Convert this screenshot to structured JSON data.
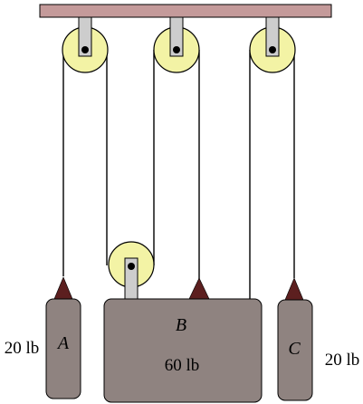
{
  "blocks": {
    "a": {
      "letter": "A",
      "weight": "20 lb"
    },
    "b": {
      "letter": "B",
      "weight": "60 lb"
    },
    "c": {
      "letter": "C",
      "weight": "20 lb"
    }
  },
  "colors": {
    "ceiling": "#c49a9a",
    "pulley": "#f3f3a5",
    "bracket": "#cdcdcd",
    "block": "#8f8380",
    "hook": "#5c1f1f",
    "rope": "#000000"
  }
}
